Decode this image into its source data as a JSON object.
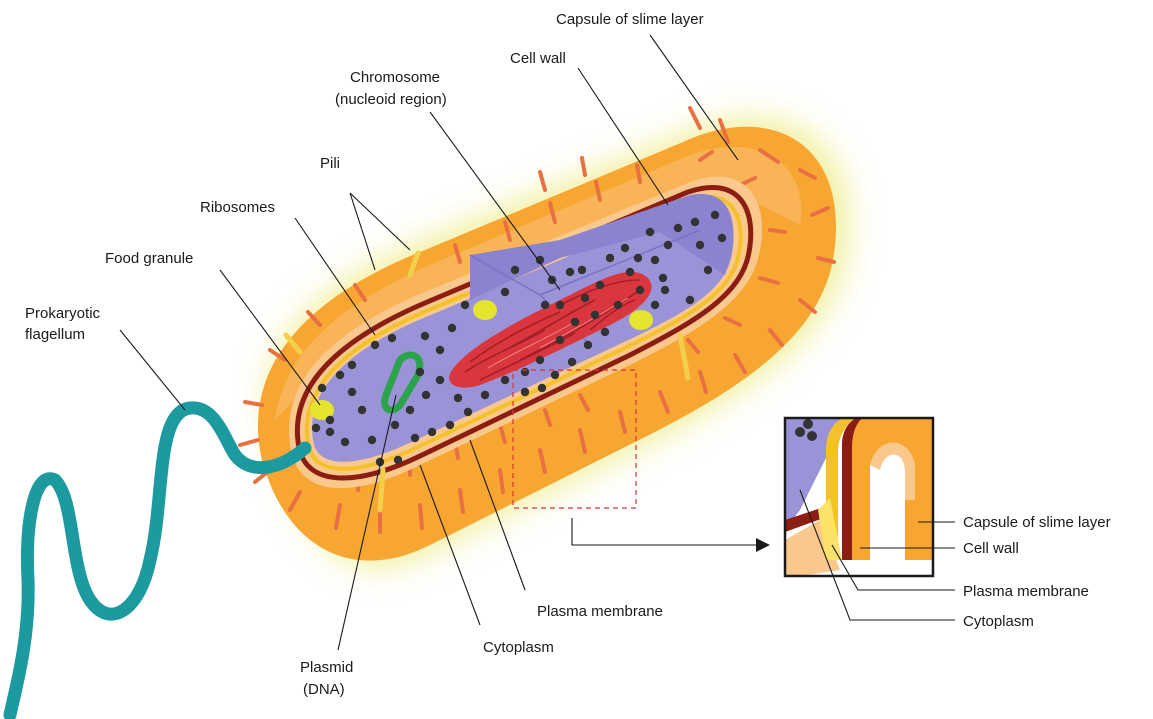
{
  "labels": {
    "capsule_main": "Capsule of slime layer",
    "cell_wall_main": "Cell wall",
    "chromosome_line1": "Chromosome",
    "chromosome_line2": "(nucleoid region)",
    "pili": "Pili",
    "ribosomes": "Ribosomes",
    "food_granule": "Food granule",
    "flagellum_line1": "Prokaryotic",
    "flagellum_line2": "flagellum",
    "plasmid_line1": "Plasmid",
    "plasmid_line2": "(DNA)",
    "cytoplasm_main": "Cytoplasm",
    "plasma_membrane_main": "Plasma membrane"
  },
  "inset_labels": {
    "capsule": "Capsule of slime layer",
    "cell_wall": "Cell wall",
    "plasma_membrane": "Plasma membrane",
    "cytoplasm": "Cytoplasm"
  },
  "colors": {
    "capsule": "#f7a632",
    "capsule_glow": "#f3f1a8",
    "cell_wall": "#f9c88d",
    "wall_dark": "#8c1d12",
    "membrane": "#f3c22b",
    "cytoplasm": "#9a93d8",
    "cytoplasm_dark": "#7a72c4",
    "chromosome": "#d9363e",
    "plasmid": "#2aa34b",
    "granule": "#e4e52c",
    "ribosome": "#333333",
    "flagellum": "#1d9aa0",
    "pili": "#f2d04a",
    "capsule_dash": "#e87042"
  }
}
